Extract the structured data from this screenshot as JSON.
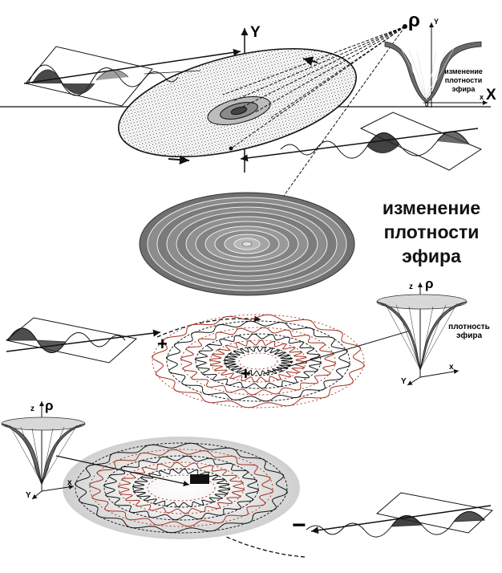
{
  "labels": {
    "axis_y_main": "Y",
    "axis_x_main": "X",
    "rho": "ρ",
    "funnel_top_y": "Y",
    "funnel_top_x": "x",
    "funnel_top_origin": "0",
    "funnel_top_caption": [
      "изменение",
      "плотности",
      "эфира"
    ],
    "main_caption": [
      "изменение",
      "плотности",
      "эфира"
    ],
    "funnel_mid_z": "z",
    "funnel_mid_rho": "ρ",
    "funnel_mid_caption": [
      "плотность",
      "эфира"
    ],
    "funnel_mid_y": "Y",
    "funnel_mid_x": "x",
    "funnel_low_z": "z",
    "funnel_low_rho": "ρ",
    "funnel_low_y": "Y",
    "funnel_low_x": "x",
    "plus_edge": "+",
    "plus_center": "+",
    "minus_center": "−",
    "minus_edge": "−"
  },
  "colors": {
    "ink": "#111111",
    "red_wave": "#a0301e",
    "disk_gray": "#9a9a9a",
    "halo_gray": "#dcdcdc"
  }
}
